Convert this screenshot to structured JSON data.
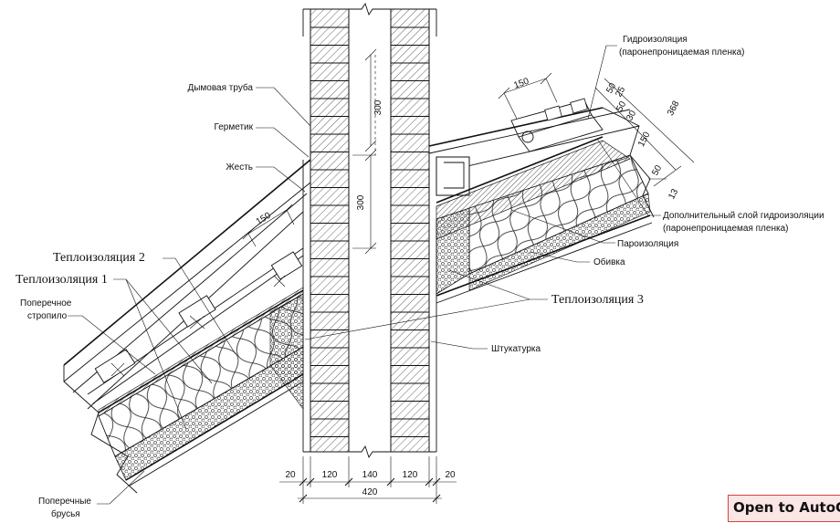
{
  "labels": {
    "chimney": "Дымовая труба",
    "sealant": "Герметик",
    "tin": "Жесть",
    "insulation2": "Теплоизоляция 2",
    "insulation1": "Теплоизоляция 1",
    "cross_rafter_1": "Поперечное",
    "cross_rafter_2": "стропило",
    "cross_bars_1": "Поперечные",
    "cross_bars_2": "брусья",
    "waterproof_1": "Гидроизоляция",
    "waterproof_2": "(паронепроницаемая пленка)",
    "extra_layer_1": "Дополнительный слой гидроизоляции",
    "extra_layer_2": "(паронепроницаемая пленка)",
    "vapor_barrier": "Пароизоляция",
    "lining": "Обивка",
    "insulation3": "Теплоизоляция 3",
    "plaster": "Штукатурка"
  },
  "dimensions": {
    "d300_top": "300",
    "d300_mid": "300",
    "d150_left": "150",
    "d150_right": "150",
    "d50": "50",
    "d25": "25",
    "d30": "30",
    "d50b": "50",
    "d368": "368",
    "d150_slope": "150",
    "d50_slope": "50",
    "d13": "13",
    "b20_left": "20",
    "b120_left": "120",
    "b140": "140",
    "b120_right": "120",
    "b20_right": "20",
    "total": "420"
  },
  "button": {
    "label": "Open to AutoCAD"
  }
}
